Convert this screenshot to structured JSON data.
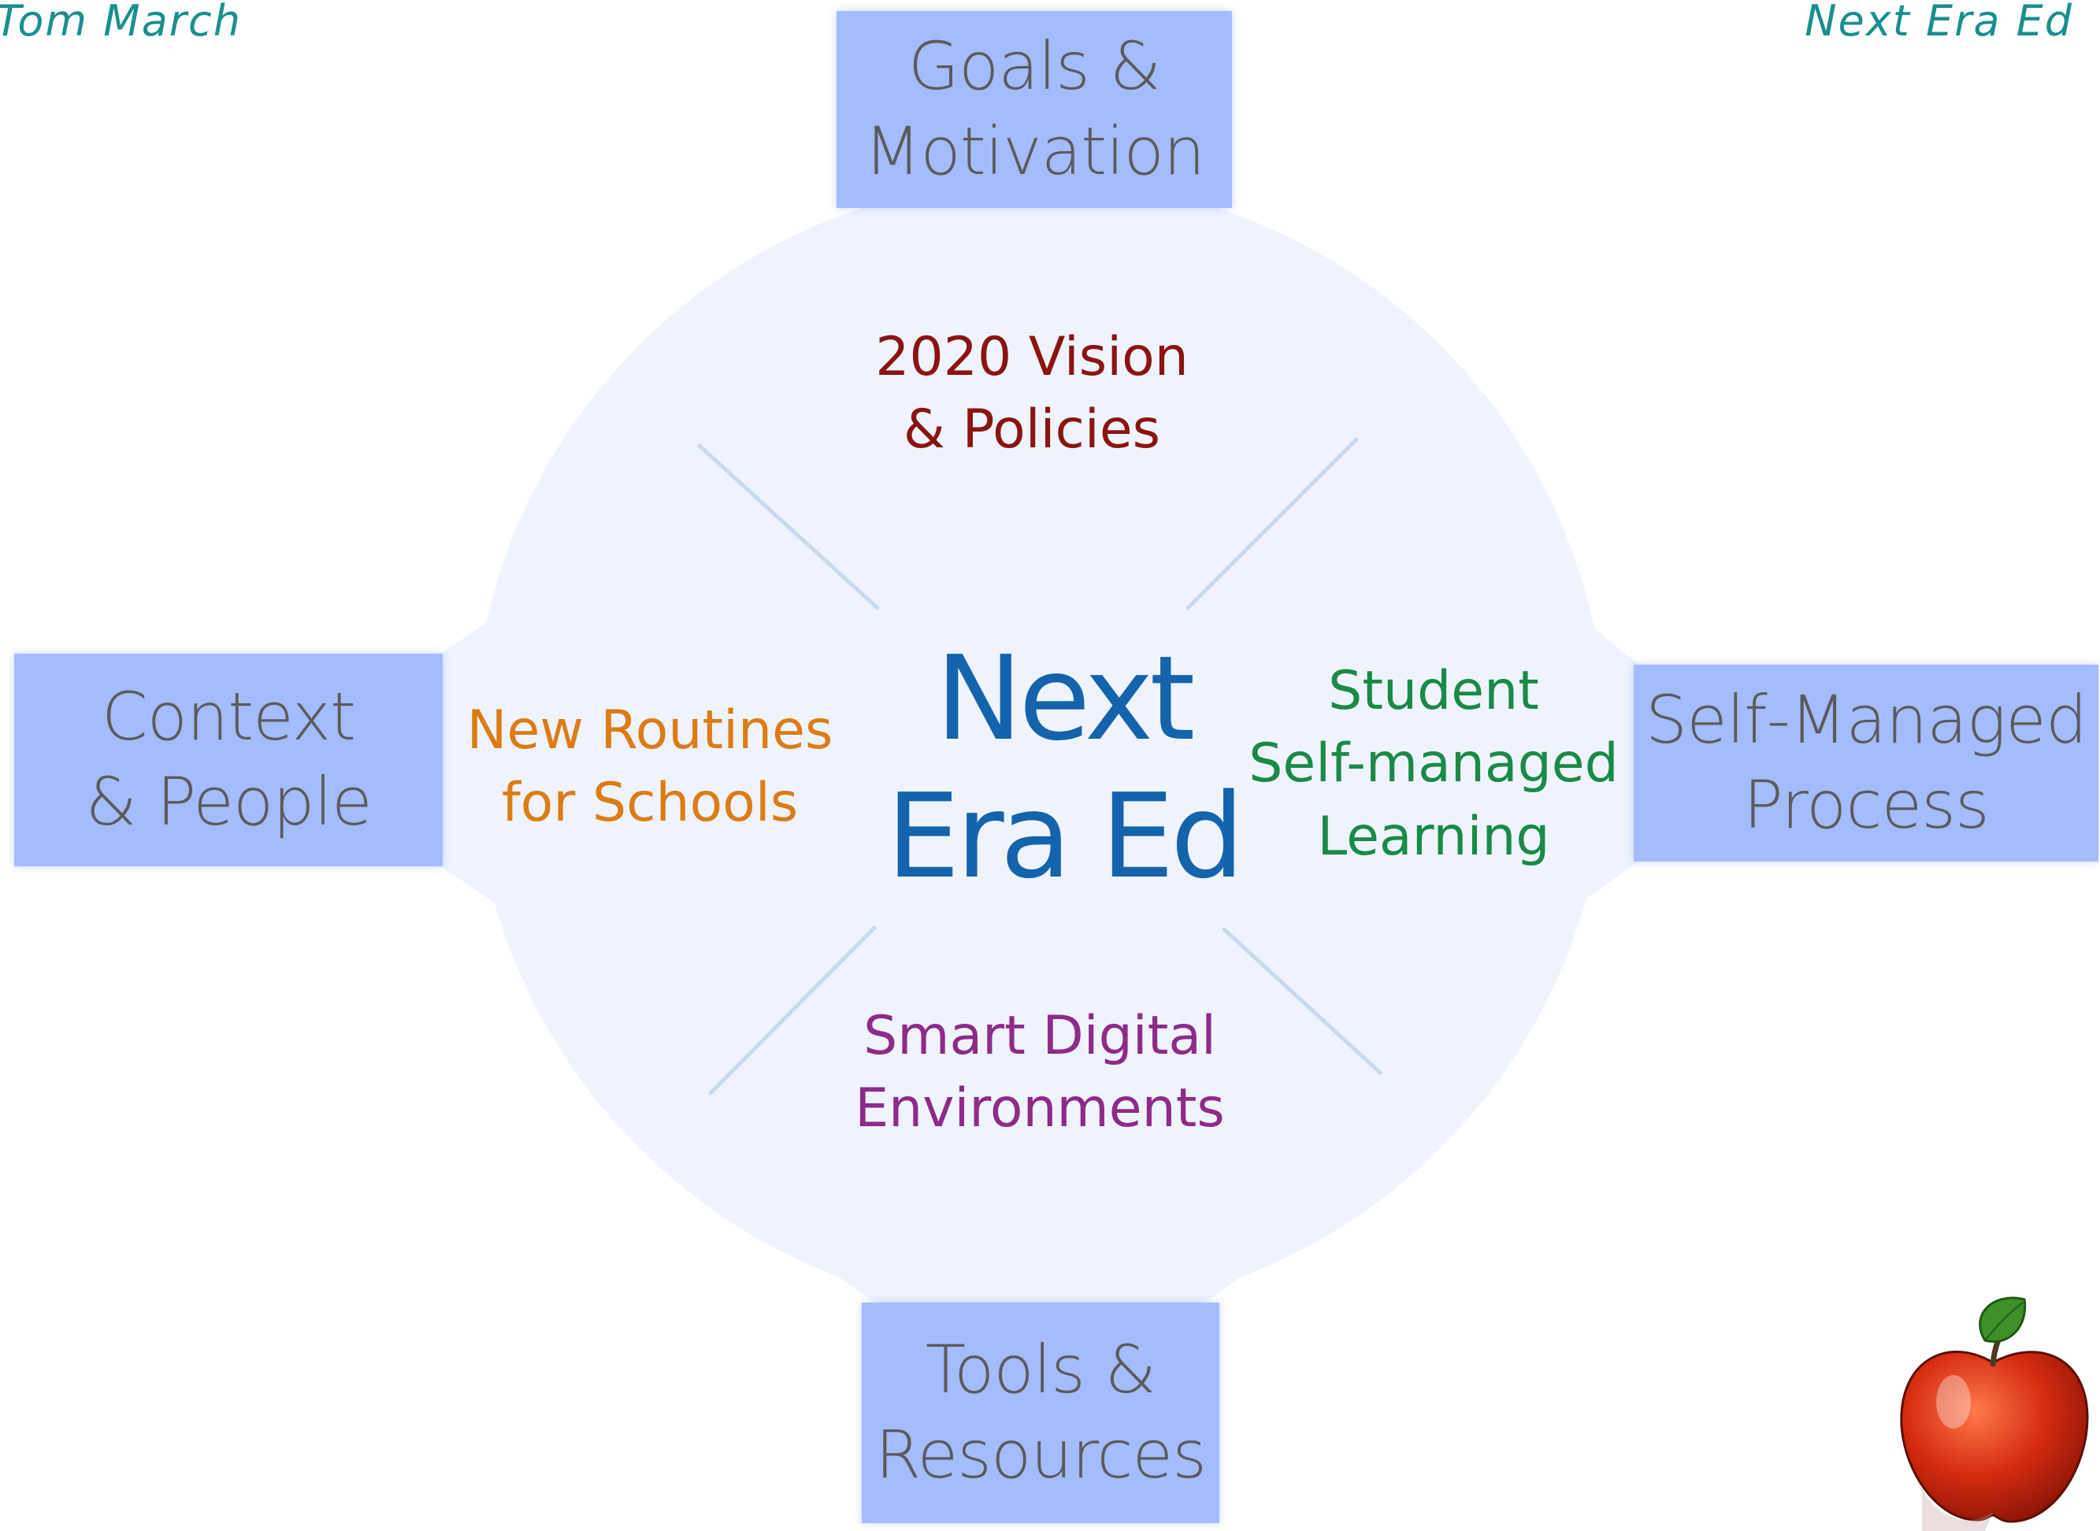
{
  "header": {
    "left": "Tom  March",
    "right": "Next Era Ed"
  },
  "center": {
    "line1": "Next",
    "line2": "Era Ed"
  },
  "boxes": {
    "top": {
      "line1": "Goals &",
      "line2": "Motivation"
    },
    "left": {
      "line1": "Context",
      "line2": "& People"
    },
    "right": {
      "line1": "Self-Managed",
      "line2": "Process"
    },
    "bottom": {
      "line1": "Tools &",
      "line2": "Resources"
    }
  },
  "labels": {
    "top": {
      "line1": "2020 Vision",
      "line2": "& Policies"
    },
    "left": {
      "line1": "New Routines",
      "line2": "for Schools"
    },
    "right": {
      "line1": "Student",
      "line2": "Self-managed",
      "line3": "Learning"
    },
    "bottom": {
      "line1": "Smart Digital",
      "line2": "Environments"
    }
  },
  "colors": {
    "header": "#1a8f8f",
    "box_fill": "#a4bcfb",
    "box_text": "#5b5b5b",
    "circle_fill": "#eef3fd",
    "divider_line": "#c8d8ef",
    "center_text": "#1563ac",
    "label_top": "#8b1410",
    "label_left": "#dc7c14",
    "label_right": "#1a8a46",
    "label_bottom": "#8e2a8a",
    "apple_red": "#d42a10",
    "apple_leaf": "#3f8f2a"
  },
  "icons": {
    "corner_logo": "apple-icon"
  }
}
